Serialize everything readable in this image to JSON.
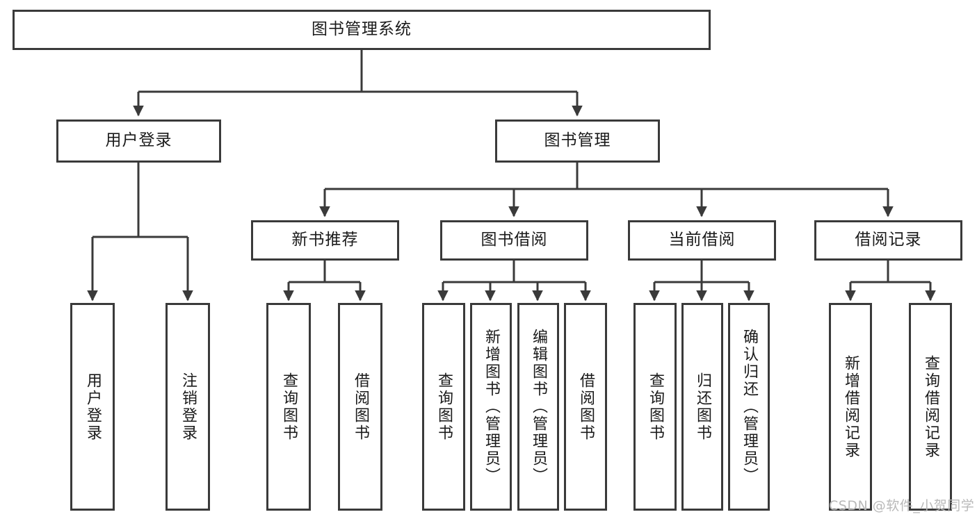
{
  "diagram": {
    "title": "图书管理系统",
    "type": "hierarchy-tree",
    "orientation": "top-down",
    "colors": {
      "border": "#3a3a3a",
      "fill": "#ffffff",
      "text": "#1a1a1a",
      "edge": "#3a3a3a",
      "watermark": "#b9b9b9"
    },
    "levels": [
      {
        "level": 1,
        "nodes": [
          {
            "id": "root",
            "label": "图书管理系统",
            "text_dir": "horizontal"
          }
        ]
      },
      {
        "level": 2,
        "nodes": [
          {
            "id": "user_login",
            "label": "用户登录",
            "text_dir": "horizontal",
            "parent": "root"
          },
          {
            "id": "book_mgmt",
            "label": "图书管理",
            "text_dir": "horizontal",
            "parent": "root"
          }
        ]
      },
      {
        "level": 3,
        "nodes": [
          {
            "id": "new_book_rec",
            "label": "新书推荐",
            "text_dir": "horizontal",
            "parent": "book_mgmt"
          },
          {
            "id": "book_borrow",
            "label": "图书借阅",
            "text_dir": "horizontal",
            "parent": "book_mgmt"
          },
          {
            "id": "current_borrow",
            "label": "当前借阅",
            "text_dir": "horizontal",
            "parent": "book_mgmt"
          },
          {
            "id": "borrow_record",
            "label": "借阅记录",
            "text_dir": "horizontal",
            "parent": "book_mgmt"
          }
        ]
      },
      {
        "level": 4,
        "nodes": [
          {
            "id": "leaf_user_login",
            "label": "用户登录",
            "text_dir": "vertical",
            "parent": "user_login"
          },
          {
            "id": "leaf_user_logout",
            "label": "注销登录",
            "text_dir": "vertical",
            "parent": "user_login"
          },
          {
            "id": "leaf_rec_query",
            "label": "查询图书",
            "text_dir": "vertical",
            "parent": "new_book_rec"
          },
          {
            "id": "leaf_rec_borrow",
            "label": "借阅图书",
            "text_dir": "vertical",
            "parent": "new_book_rec"
          },
          {
            "id": "leaf_bb_query",
            "label": "查询图书",
            "text_dir": "vertical",
            "parent": "book_borrow"
          },
          {
            "id": "leaf_bb_add",
            "label": "新增图书（管理员）",
            "text_dir": "vertical",
            "parent": "book_borrow"
          },
          {
            "id": "leaf_bb_edit",
            "label": "编辑图书（管理员）",
            "text_dir": "vertical",
            "parent": "book_borrow"
          },
          {
            "id": "leaf_bb_borrow",
            "label": "借阅图书",
            "text_dir": "vertical",
            "parent": "book_borrow"
          },
          {
            "id": "leaf_cb_query",
            "label": "查询图书",
            "text_dir": "vertical",
            "parent": "current_borrow"
          },
          {
            "id": "leaf_cb_return",
            "label": "归还图书",
            "text_dir": "vertical",
            "parent": "current_borrow"
          },
          {
            "id": "leaf_cb_confirm",
            "label": "确认归还（管理员）",
            "text_dir": "vertical",
            "parent": "current_borrow"
          },
          {
            "id": "leaf_br_add",
            "label": "新增借阅记录",
            "text_dir": "vertical",
            "parent": "borrow_record"
          },
          {
            "id": "leaf_br_query",
            "label": "查询借阅记录",
            "text_dir": "vertical",
            "parent": "borrow_record"
          }
        ]
      }
    ],
    "watermark": "CSDN @软件_小贺同学"
  }
}
